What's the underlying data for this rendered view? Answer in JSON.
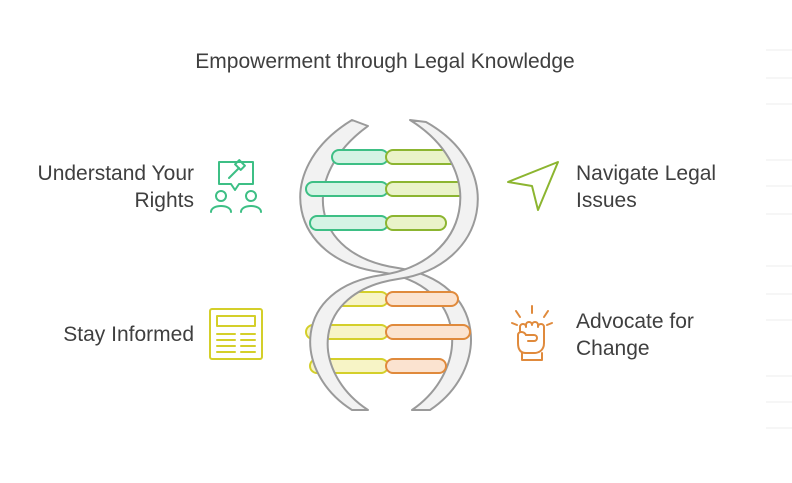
{
  "title": "Empowerment through Legal Knowledge",
  "items": [
    {
      "label": "Understand Your Rights",
      "icon": "gavel-people-icon",
      "color": "#3dbf85"
    },
    {
      "label": "Navigate Legal Issues",
      "icon": "navigation-arrow-icon",
      "color": "#8cb530"
    },
    {
      "label": "Stay Informed",
      "icon": "newspaper-icon",
      "color": "#d4cf2a"
    },
    {
      "label": "Advocate for Change",
      "icon": "raised-fist-icon",
      "color": "#e08a3c"
    }
  ],
  "colors": {
    "text": "#3f3f3f",
    "strand_fill": "#f2f2f2",
    "strand_stroke": "#9a9a9a"
  }
}
